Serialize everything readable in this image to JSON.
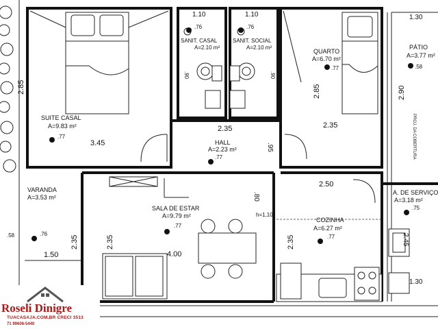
{
  "rooms": {
    "suite": {
      "name": "SUITE CASAL",
      "area": "A=9.83 m²",
      "level": ".77",
      "dim_w": "3.45",
      "dim_h": "2.85"
    },
    "sanit_casal": {
      "name": "SANIT. CASAL",
      "area": "A=2.10 m²",
      "level": ".76",
      "dim_w": "1.10",
      "dim_h": ".90"
    },
    "sanit_social": {
      "name": "SANIT. SOCIAL",
      "area": "A=2.10 m²",
      "level": ".76",
      "dim_w": "1.10",
      "dim_h": ".90"
    },
    "quarto": {
      "name": "QUARTO",
      "area": "A=6.70 m²",
      "level": ".77",
      "dim_w": "2.35",
      "dim_h": "2.85"
    },
    "patio": {
      "name": "PÁTIO",
      "area": "A=3.77 m²",
      "level": ".58",
      "dim_w": "1.30",
      "dim_h": "2.90",
      "note": "PROJ. DA COBERTURA"
    },
    "hall": {
      "name": "HALL",
      "area": "A=2.23 m²",
      "level": ".77",
      "dim_w": "2.35",
      "dim_h": ".95"
    },
    "varanda": {
      "name": "VARANDA",
      "area": "A=3.53 m²",
      "level": ".76",
      "dim_w": "1.50",
      "dim_h": "2.35",
      "ext_level": ".58"
    },
    "sala": {
      "name": "SALA DE ESTAR",
      "area": "A=9.79 m²",
      "level": ".77",
      "dim_w": "4.00",
      "dim_h": "2.35",
      "dim_v": ".80"
    },
    "cozinha": {
      "name": "COZINHA",
      "area": "A=6.27 m²",
      "level": ".77",
      "dim_w": "2.50",
      "dim_h": "2.35",
      "counter": "h=1,10"
    },
    "servico": {
      "name": "A. DE SERVIÇO",
      "area": "A=3.18 m²",
      "level": ".75",
      "dim_w": "1.30",
      "dim_h": "2.45"
    }
  },
  "logo": {
    "name": "Roseli Dinigre",
    "site": "TUACASAJA.COM.BR  CRECI 3513",
    "phone": "71 99606-5440",
    "color": "#b01818"
  }
}
